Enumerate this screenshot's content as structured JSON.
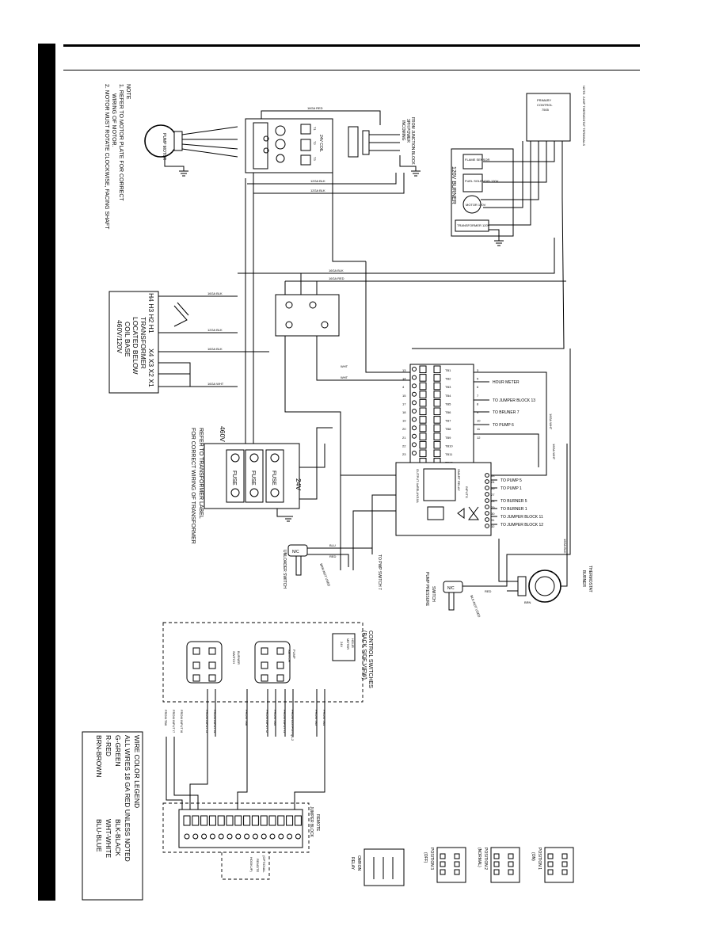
{
  "note": {
    "title": "NOTE",
    "line1": "1. REFER TO MOTOR PLATE FOR CORRECT",
    "line2": "WIRING OF MOTOR.",
    "line3": "2. MOTOR MUST ROTATE CLOCKWISE, FACING SHAFT"
  },
  "pump_motor": "PUMP MOTOR",
  "contactor": {
    "coil": "24V COIL",
    "t1": "T1",
    "t2": "T2",
    "t3": "T3",
    "incoming1": "INCOMING",
    "incoming2": "3PH POWER",
    "incoming3": "FROM JUNCTION BLOCK"
  },
  "wire_labels": {
    "a": "16GA RED",
    "b": "12GA BLK",
    "c": "12GA BLK",
    "d": "16GA BLK",
    "e": "16GA BLK",
    "f": "16GA RED",
    "g": "16GA BLK",
    "h": "12GA BLK",
    "i": "12GA BLK",
    "j": "16GA BLK",
    "k": "16GA WHT",
    "l": "WHT",
    "m": "WHT",
    "n": "16GA WHT",
    "o": "16GA RED",
    "p": "16GA BLK",
    "q": "BLU",
    "r": "RED",
    "s": "BRN",
    "t": "RED",
    "u": "16GA BLK",
    "v": "16GA WHT"
  },
  "burner": {
    "title": "120V BURNER",
    "flame": "FLAME SENSOR",
    "fuel": "FUEL SOLENOID 120V",
    "motor": "MOTOR 120V",
    "transformer": "TRANSFORMER 120V",
    "primary1": "PRIMARY",
    "primary2": "CONTROL",
    "primary3": "7505",
    "note": "NOTE: JUMP THERMOSTAT TERMINALS"
  },
  "transformer": {
    "h_terms": "H4 H3 H2 H1",
    "x_terms": "X4 X3 X2 X1",
    "line1": "TRANSFORMER",
    "line2": "LOCATED BELOW",
    "line3": "COIL BASE",
    "line4": "460V/120V"
  },
  "fuse_block": {
    "v460": "460V",
    "v24": "24V",
    "fuse": "FUSE",
    "refer1": "REFER TO TRANSFORMER LABEL",
    "refer2": "FOR CORRECT WIRING OF TRANSFORMER"
  },
  "terminal_strip": {
    "left": [
      "13",
      "14",
      "4",
      "15",
      "17",
      "18",
      "19",
      "20",
      "21",
      "22",
      "23"
    ],
    "terms": [
      "TB1",
      "TB2",
      "TB3",
      "TB4",
      "TB5",
      "TB6",
      "TB7",
      "TB8",
      "TB9",
      "TB10",
      "TB11",
      "TB12"
    ],
    "right": [
      "3",
      "5",
      "6",
      "7",
      "8",
      "9",
      "10",
      "11",
      "12"
    ]
  },
  "destinations": {
    "hour_meter": "HOUR METER",
    "jumper13": "TO JUMPER BLOCK 13",
    "burner7": "TO BRUNER 7",
    "pump6": "TO PUMP 6",
    "pump5": "TO PUMP 5",
    "pump1": "TO PUMP 1",
    "burner5": "TO BURNER 5",
    "burner1": "TO BURNER 1",
    "jumper11": "TO JUMPER BLOCK 11",
    "jumper12": "TO JUMPER BLOCK 12",
    "pwp7": "TO PWP SWITCH 7"
  },
  "smart_relay": {
    "title": "SMART RELAY",
    "output": "OUTPUT 4xRELAY/10A",
    "inputs": "INPUTS",
    "pins": [
      "33",
      "24",
      "26",
      "27",
      "28",
      "29",
      "30",
      "31",
      "32"
    ]
  },
  "unloader": {
    "nc": "N/C",
    "label": "UNLOADER SWITCH",
    "not_used": "BRN-NOT USED"
  },
  "pressure_switch": {
    "nc": "N/C",
    "label1": "PUMP PRESSURE",
    "label2": "SWITCH",
    "not_used": "BLK-NOT USED"
  },
  "thermostat": {
    "line1": "BURNER",
    "line2": "THERMOSTAT"
  },
  "control_switches": {
    "title1": "CONTROL SWITCHES",
    "title2": "(BACK SIDE VIEW)",
    "hour1": "HOUR",
    "hour2": "METER",
    "hour3": "24V",
    "pump1": "PUMP",
    "pump2": "SWITCH",
    "burner1": "BURNER",
    "burner2": "SWITCH",
    "froms": [
      "FROM TB4",
      "FROM TB3",
      "FROM OUTPUT Q1-2",
      "FROM INPUT I1",
      "FROM TB9",
      "FROM INPUT I2",
      "FROM TB8",
      "FROM INPUT I4",
      "FROM INPUT I3",
      "FROM INPUT I6",
      "FROM INPUT I7",
      "FROM TB6"
    ]
  },
  "jumper_block": {
    "title1": "REMOTE",
    "title2": "JUMPER BLOCK",
    "optional1": "(OPTIONAL",
    "optional2": "REMOTE",
    "optional3": "HOOKUP)"
  },
  "legend": {
    "title": "WIRE COLOR LEGEND",
    "l1": "ALL WIRES 18 GA RED UNLESS NOTED",
    "l2a": "G-GREEN",
    "l2b": "BLK-BLACK",
    "l3a": "R-RED",
    "l3b": "WHT-WHITE",
    "l4a": "BRN-BROWN",
    "l4b": "BLU-BLUE"
  },
  "positions": {
    "p1a": "POSITION 1",
    "p1b": "(ON)",
    "p2a": "POSITION 2",
    "p2b": "(NORMAL)",
    "p3a": "POSITION 3",
    "p3b": "(OFF)",
    "relay1": "OMRON",
    "relay2": "RELAY"
  }
}
